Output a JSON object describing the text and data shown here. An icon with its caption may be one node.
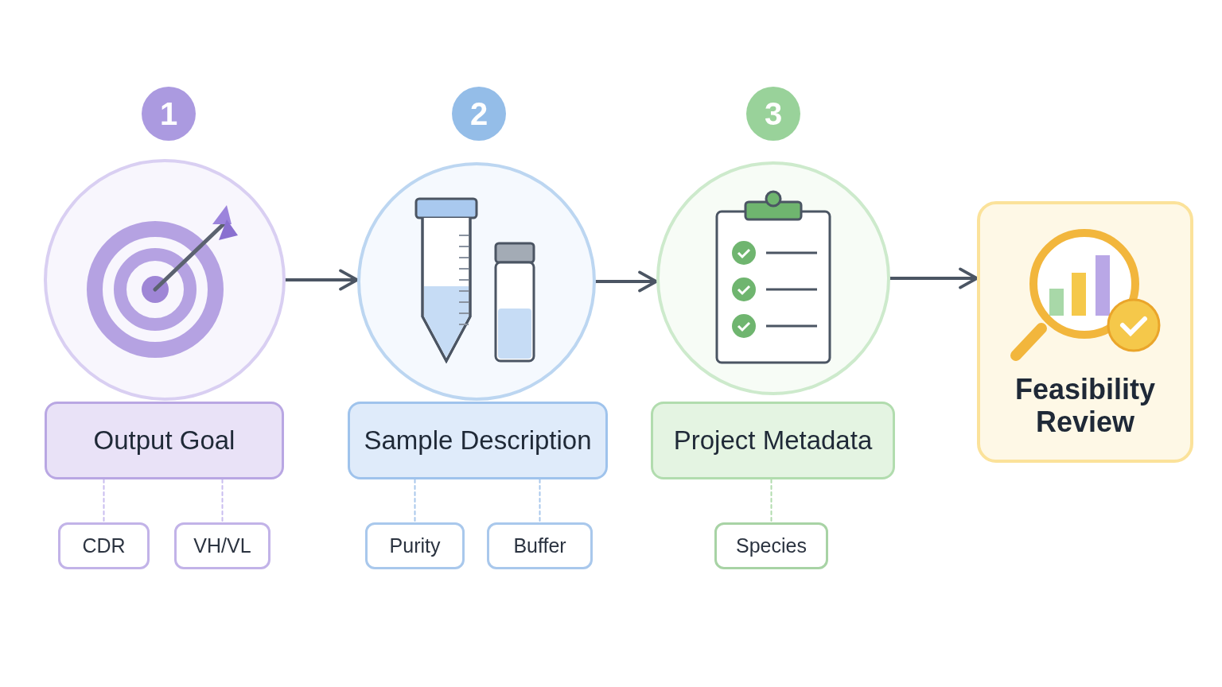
{
  "diagram": {
    "nodes": [
      {
        "text": [
          "1"
        ]
      },
      {
        "text": [],
        "shape": "circle"
      },
      {
        "text": [
          "Output Goal"
        ]
      },
      {
        "text": [
          "CDR"
        ]
      },
      {
        "text": [
          "VH/VL"
        ]
      },
      {
        "text": [
          "2"
        ]
      },
      {
        "text": [],
        "shape": "circle"
      },
      {
        "text": [
          "Sample Description"
        ]
      },
      {
        "text": [
          "Purity"
        ]
      },
      {
        "text": [
          "Buffer"
        ]
      },
      {
        "text": [
          "3"
        ]
      },
      {
        "text": [],
        "shape": "circle"
      },
      {
        "text": [
          "Project Metadata"
        ]
      },
      {
        "text": [
          "Species"
        ]
      },
      {
        "text": [
          "Feasibility Review"
        ]
      }
    ],
    "edges": [
      {
        "from": 1,
        "to": 6,
        "arrow": "to"
      },
      {
        "from": 6,
        "to": 11,
        "arrow": "to"
      },
      {
        "from": 11,
        "to": 14,
        "arrow": "to"
      },
      {
        "from": 2,
        "to": 3,
        "arrow": "none",
        "style": "dashed",
        "color": "#c9bdf0"
      },
      {
        "from": 2,
        "to": 4,
        "arrow": "none",
        "style": "dashed",
        "color": "#c9bdf0"
      },
      {
        "from": 7,
        "to": 8,
        "arrow": "none",
        "style": "dashed",
        "color": "#a9c8ec"
      },
      {
        "from": 7,
        "to": 9,
        "arrow": "none",
        "style": "dashed",
        "color": "#a9c8ec"
      },
      {
        "from": 12,
        "to": 13,
        "arrow": "none",
        "style": "dashed",
        "color": "#b1dcae"
      }
    ]
  }
}
